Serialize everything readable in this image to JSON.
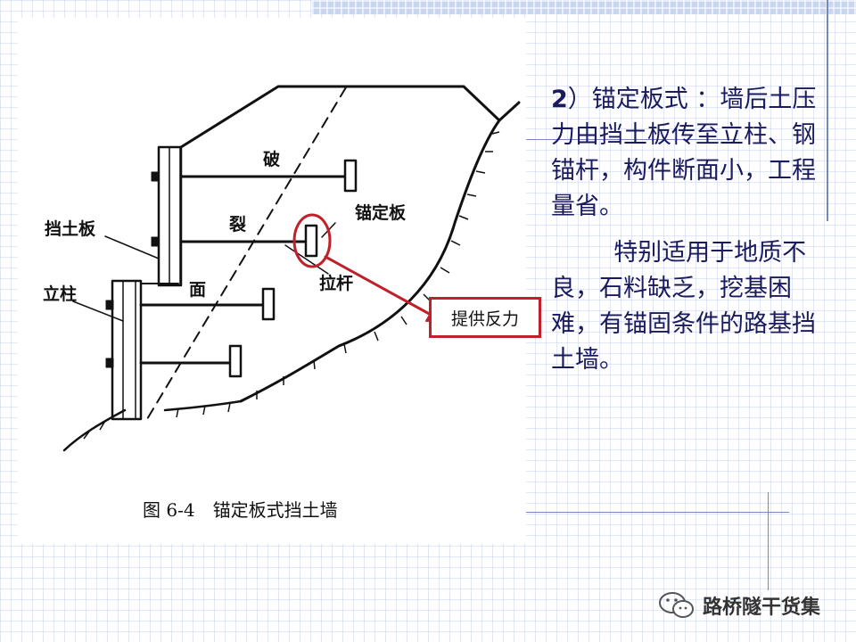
{
  "labels": {
    "po": "破",
    "lie": "裂",
    "mian": "面",
    "dangtuban": "挡土板",
    "lizhu": "立柱",
    "maodingban": "锚定板",
    "lagan": "拉杆"
  },
  "callout": "提供反力",
  "caption": "图 6-4　锚定板式挡土墙",
  "text": {
    "number": "2",
    "paragraph1_rest": "）锚定板式 ：墙后土压力由挡土板传至立柱、钢锚杆，构件断面小，工程量省。",
    "paragraph2": "特别适用于地质不良，石料缺乏，挖基困难，有锚固条件的路基挡土墙。"
  },
  "watermark": "路桥隧干货集",
  "colors": {
    "text": "#1a1a5e",
    "callout_red": "#c0202a",
    "diagram_ink": "#111111"
  }
}
